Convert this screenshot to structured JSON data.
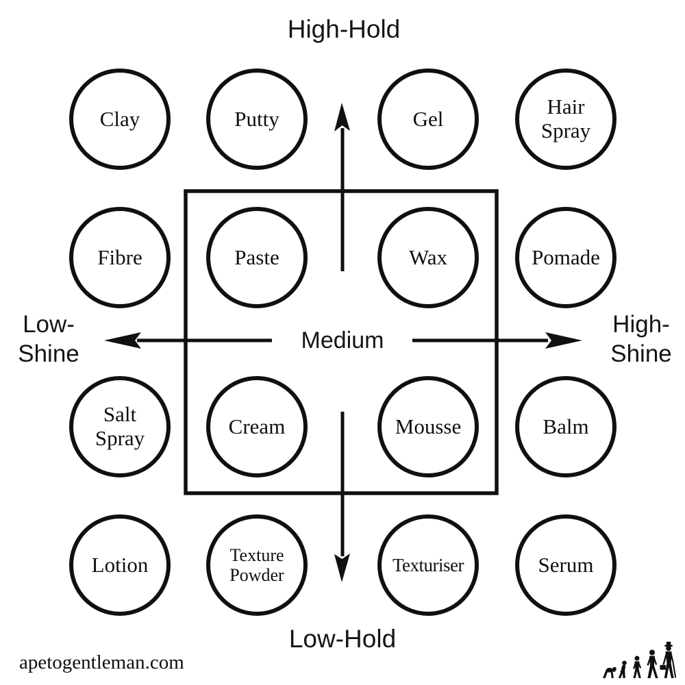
{
  "colors": {
    "ink": "#101010",
    "background": "#ffffff"
  },
  "axis_labels": {
    "top": "High-Hold",
    "bottom": "Low-Hold",
    "left_line1": "Low-",
    "left_line2": "Shine",
    "right_line1": "High-",
    "right_line2": "Shine",
    "center": "Medium"
  },
  "products": [
    {
      "label": "Clay"
    },
    {
      "label": "Putty"
    },
    {
      "label": "Gel"
    },
    {
      "label": "Hair Spray"
    },
    {
      "label": "Fibre"
    },
    {
      "label": "Paste"
    },
    {
      "label": "Wax"
    },
    {
      "label": "Pomade"
    },
    {
      "label": "Salt Spray"
    },
    {
      "label": "Cream"
    },
    {
      "label": "Mousse"
    },
    {
      "label": "Balm"
    },
    {
      "label": "Lotion"
    },
    {
      "label": "Texture Powder"
    },
    {
      "label": "Texturiser"
    },
    {
      "label": "Serum"
    }
  ],
  "footer": {
    "website": "apetogentleman.com",
    "logo_icon": "evolution-of-man"
  }
}
